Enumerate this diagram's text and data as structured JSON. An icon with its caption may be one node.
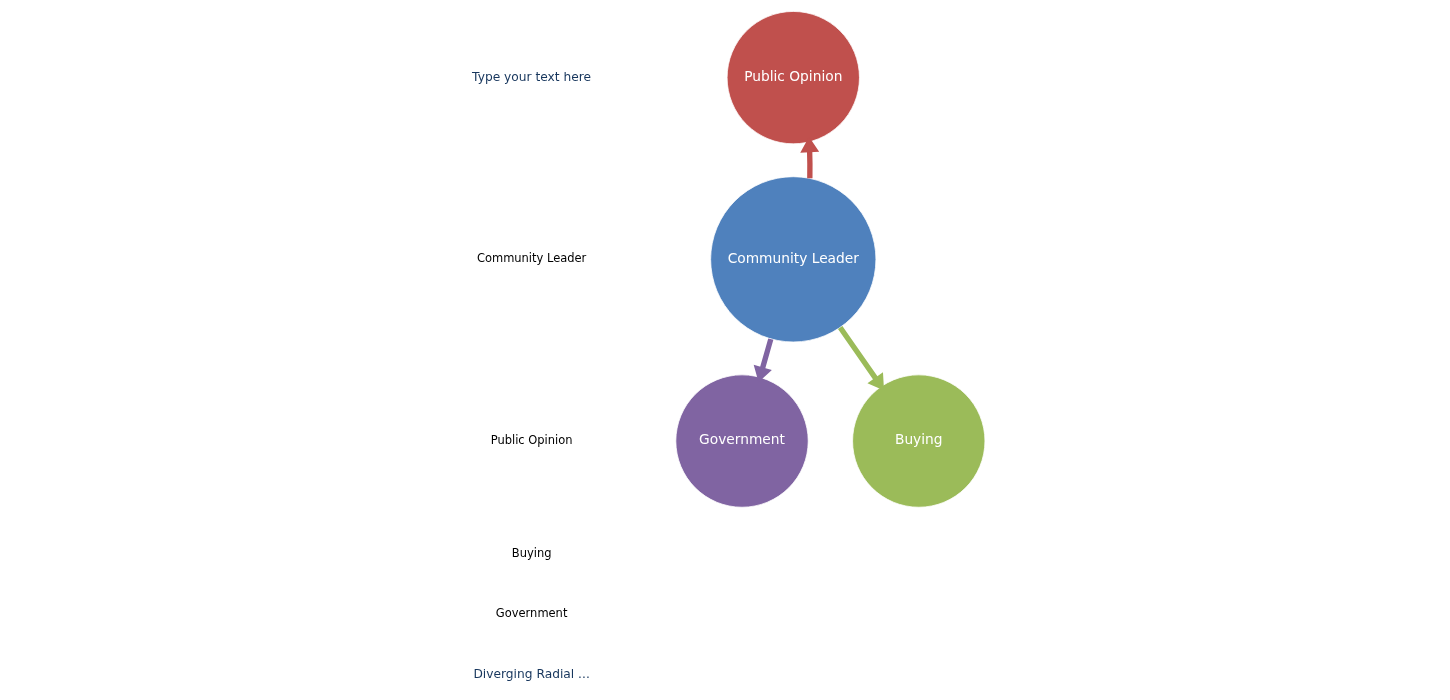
{
  "diagram": {
    "nodes": [
      {
        "text": [
          "Public Opinion"
        ]
      },
      {
        "text": [
          "Community Leader"
        ]
      },
      {
        "text": [
          "Government"
        ]
      },
      {
        "text": [
          "Buying"
        ]
      }
    ],
    "edges": [
      {
        "from": 1,
        "to": 0,
        "arrow": "to",
        "color": "#c0504d"
      },
      {
        "from": 1,
        "to": 2,
        "arrow": "to",
        "color": "#8064a2"
      },
      {
        "from": 1,
        "to": 3,
        "arrow": "to",
        "color": "#9bbb59"
      }
    ],
    "labels": [
      "Type your text here",
      "Community Leader",
      "Public Opinion",
      "Buying",
      "Government",
      "Diverging Radial ..."
    ]
  }
}
